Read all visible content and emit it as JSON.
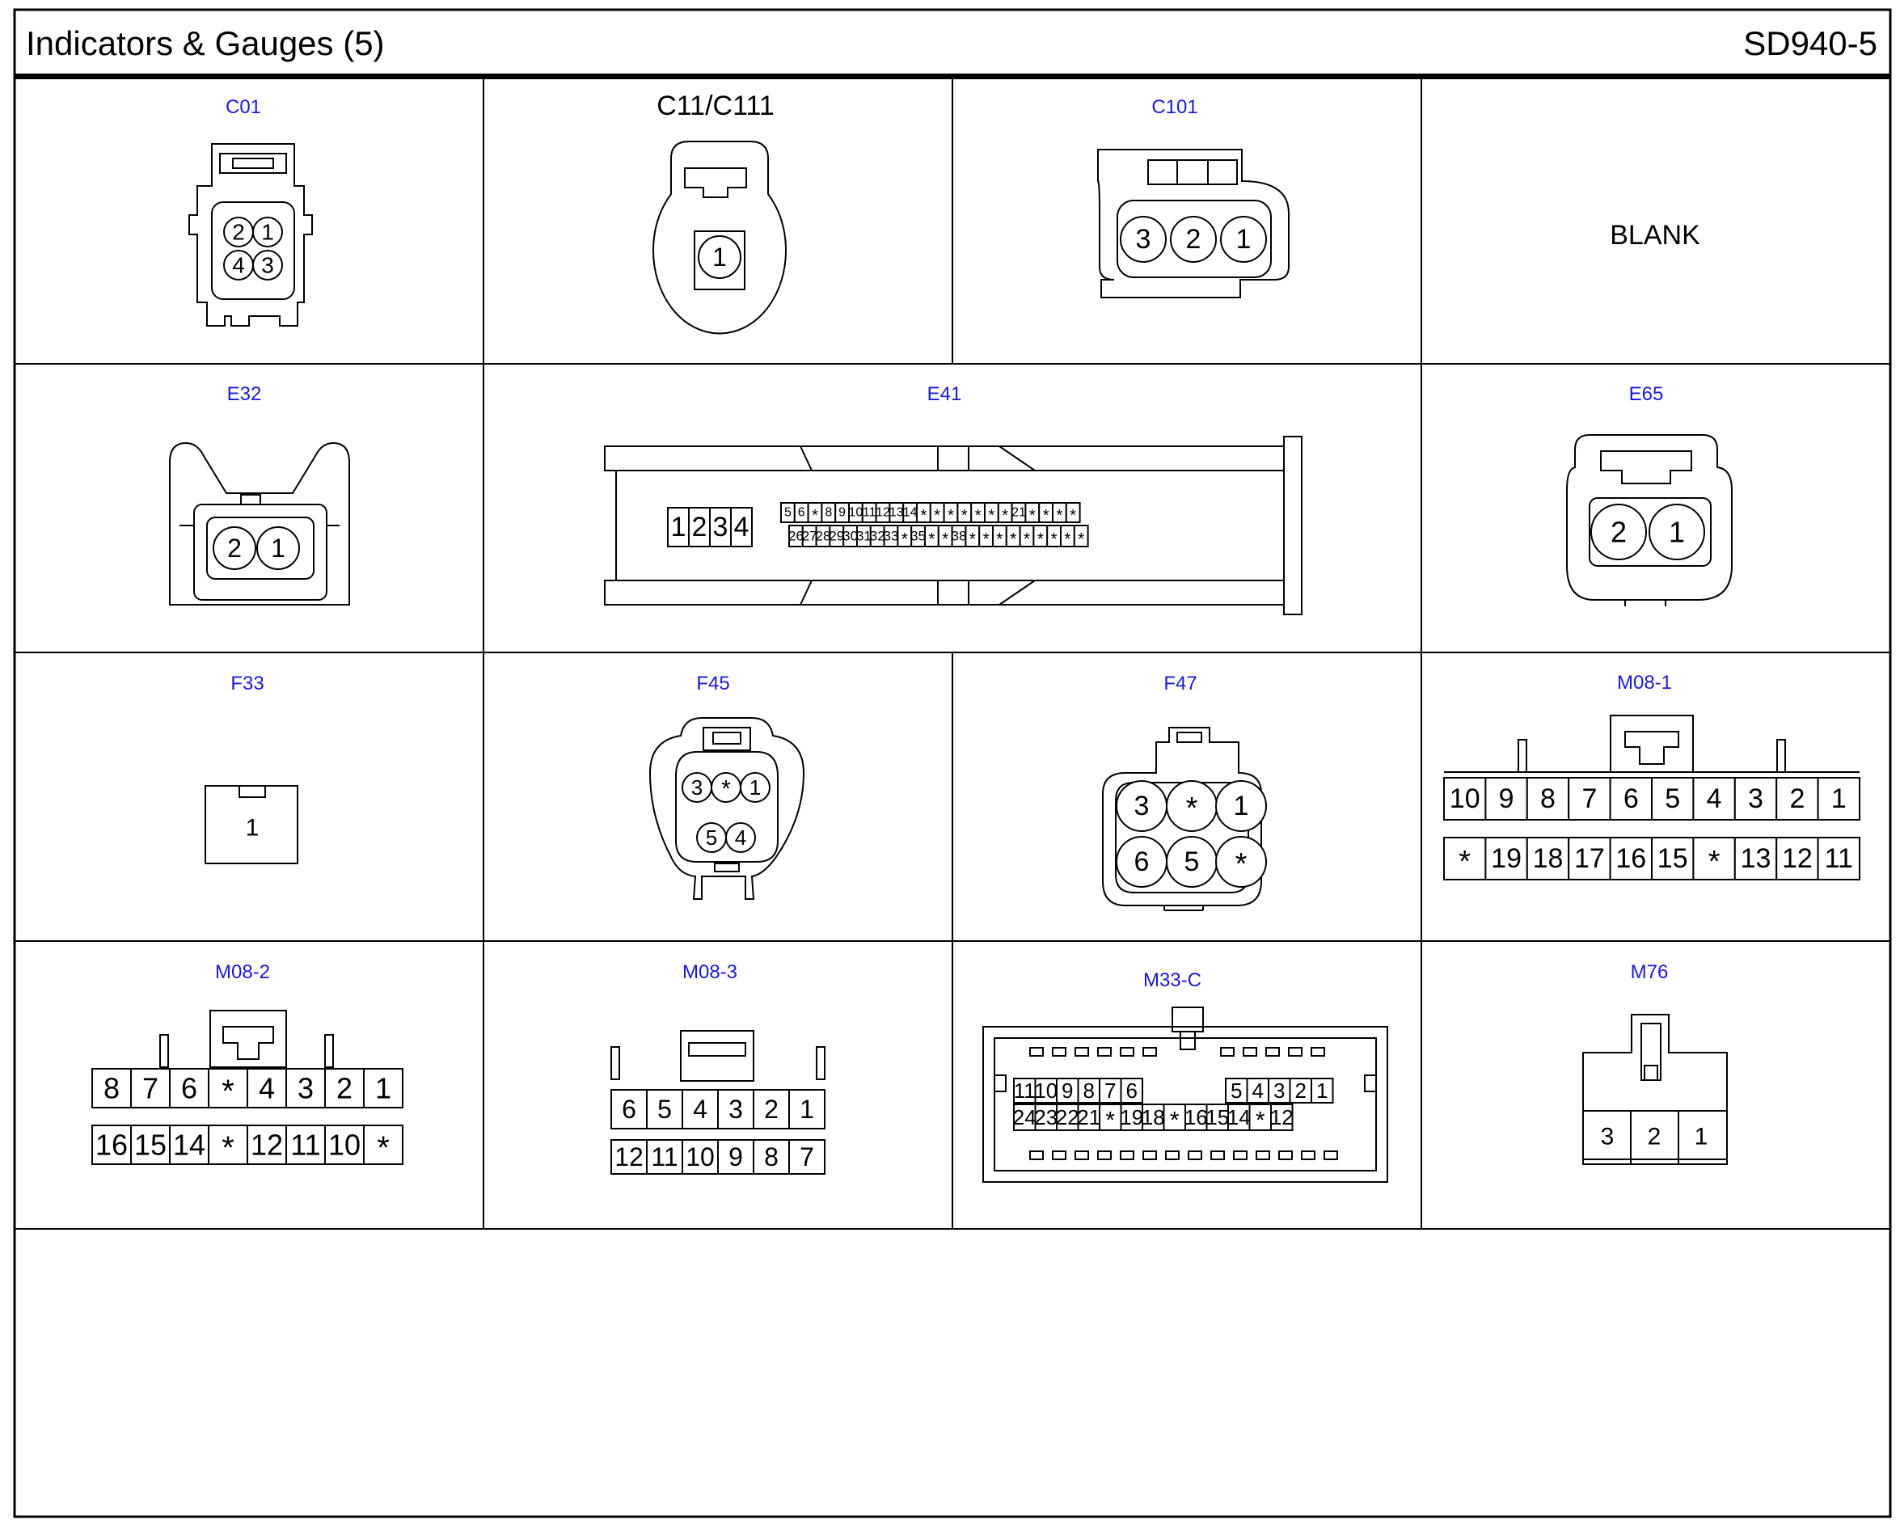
{
  "header": {
    "title": "Indicators & Gauges (5)",
    "code": "SD940-5"
  },
  "connectors": {
    "c01": {
      "label": "C01",
      "pins": [
        "2",
        "1",
        "4",
        "3"
      ]
    },
    "c11": {
      "label": "C11/C111",
      "pins": [
        "1"
      ]
    },
    "c101": {
      "label": "C101",
      "pins": [
        "3",
        "2",
        "1"
      ]
    },
    "blank": {
      "label": "BLANK"
    },
    "e32": {
      "label": "E32",
      "pins": [
        "2",
        "1"
      ]
    },
    "e41": {
      "label": "E41",
      "big": [
        "1",
        "2",
        "3",
        "4"
      ],
      "top": [
        "5",
        "6",
        "*",
        "8",
        "9",
        "10",
        "11",
        "12",
        "13",
        "14",
        "*",
        "*",
        "*",
        "*",
        "*",
        "*",
        "*",
        "21",
        "*",
        "*",
        "*",
        "*"
      ],
      "bottom": [
        "26",
        "27",
        "28",
        "29",
        "30",
        "31",
        "32",
        "33",
        "*",
        "35",
        "*",
        "*",
        "38",
        "*",
        "*",
        "*",
        "*",
        "*",
        "*",
        "*",
        "*",
        "*"
      ]
    },
    "e65": {
      "label": "E65",
      "pins": [
        "2",
        "1"
      ]
    },
    "f33": {
      "label": "F33",
      "pins": [
        "1"
      ]
    },
    "f45": {
      "label": "F45",
      "pins": [
        "3",
        "*",
        "1",
        "5",
        "4"
      ]
    },
    "f47": {
      "label": "F47",
      "pins": [
        "3",
        "*",
        "1",
        "6",
        "5",
        "*"
      ]
    },
    "m081": {
      "label": "M08-1",
      "top": [
        "10",
        "9",
        "8",
        "7",
        "6",
        "5",
        "4",
        "3",
        "2",
        "1"
      ],
      "bottom": [
        "*",
        "19",
        "18",
        "17",
        "16",
        "15",
        "*",
        "13",
        "12",
        "11"
      ]
    },
    "m082": {
      "label": "M08-2",
      "top": [
        "8",
        "7",
        "6",
        "*",
        "4",
        "3",
        "2",
        "1"
      ],
      "bottom": [
        "16",
        "15",
        "14",
        "*",
        "12",
        "11",
        "10",
        "*"
      ]
    },
    "m083": {
      "label": "M08-3",
      "top": [
        "6",
        "5",
        "4",
        "3",
        "2",
        "1"
      ],
      "bottom": [
        "12",
        "11",
        "10",
        "9",
        "8",
        "7"
      ]
    },
    "m33c": {
      "label": "M33-C",
      "topLeft": [
        "11",
        "10",
        "9",
        "8",
        "7",
        "6"
      ],
      "topRight": [
        "5",
        "4",
        "3",
        "2",
        "1"
      ],
      "bottom": [
        "24",
        "23",
        "22",
        "21",
        "*",
        "19",
        "18",
        "*",
        "16",
        "15",
        "14",
        "*",
        "12"
      ]
    },
    "m76": {
      "label": "M76",
      "pins": [
        "3",
        "2",
        "1"
      ]
    }
  }
}
